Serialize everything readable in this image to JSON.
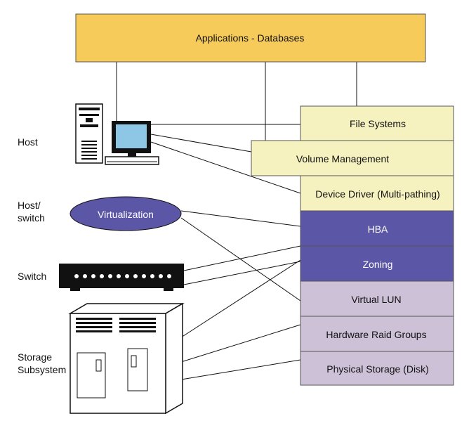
{
  "colors": {
    "app_fill": "#f7cb5a",
    "light_yellow": "#f6f2bf",
    "purple": "#5c56a6",
    "lavender": "#cdc1d8",
    "ellipse": "#5c56a6",
    "line": "#111111"
  },
  "top_box": {
    "label": "Applications - Databases"
  },
  "layers": {
    "file_systems": "File Systems",
    "volume_management": "Volume Management",
    "device_driver": "Device Driver (Multi-pathing)",
    "hba": "HBA",
    "zoning": "Zoning",
    "virtual_lun": "Virtual LUN",
    "hardware_raid": "Hardware Raid Groups",
    "physical_storage": "Physical Storage (Disk)"
  },
  "left_labels": {
    "host": "Host",
    "host_switch_1": "Host/",
    "host_switch_2": "switch",
    "switch": "Switch",
    "storage_1": "Storage",
    "storage_2": "Subsystem"
  },
  "virtualization": {
    "label": "Virtualization"
  },
  "icons": [
    "server-tower-icon",
    "monitor-icon",
    "network-switch-icon",
    "storage-cabinet-icon"
  ]
}
